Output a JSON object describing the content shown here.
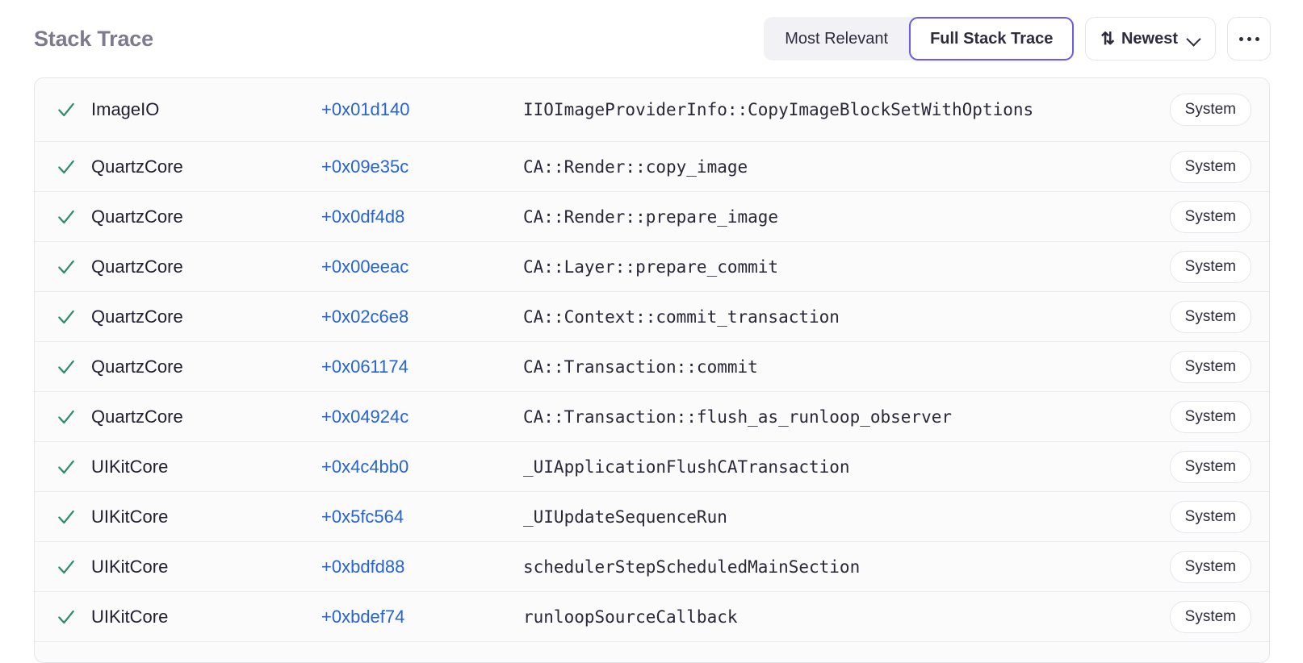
{
  "header": {
    "title": "Stack Trace",
    "segmented": {
      "options": [
        {
          "label": "Most Relevant",
          "active": false
        },
        {
          "label": "Full Stack Trace",
          "active": true
        }
      ]
    },
    "sort": {
      "icon": "sort-arrows-icon",
      "label": "Newest",
      "chevron": "chevron-down-icon"
    },
    "overflow": {
      "icon": "ellipsis-icon"
    }
  },
  "colors": {
    "accent_purple": "#6c5ce7",
    "offset_blue": "#2563d6",
    "check_green": "#2e8b6e",
    "title_gray": "#7d7a8d",
    "row_bg": "#fbfbfc",
    "border": "#e6e5ec"
  },
  "stack": {
    "columns": [
      "status",
      "package",
      "offset",
      "symbol",
      "origin"
    ],
    "frames": [
      {
        "status": "check",
        "package": "ImageIO",
        "offset": "+0x01d140",
        "symbol": "IIOImageProviderInfo::CopyImageBlockSetWithOptions",
        "origin": "System",
        "tall": true
      },
      {
        "status": "check",
        "package": "QuartzCore",
        "offset": "+0x09e35c",
        "symbol": "CA::Render::copy_image",
        "origin": "System",
        "tall": false
      },
      {
        "status": "check",
        "package": "QuartzCore",
        "offset": "+0x0df4d8",
        "symbol": "CA::Render::prepare_image",
        "origin": "System",
        "tall": false
      },
      {
        "status": "check",
        "package": "QuartzCore",
        "offset": "+0x00eeac",
        "symbol": "CA::Layer::prepare_commit",
        "origin": "System",
        "tall": false
      },
      {
        "status": "check",
        "package": "QuartzCore",
        "offset": "+0x02c6e8",
        "symbol": "CA::Context::commit_transaction",
        "origin": "System",
        "tall": false
      },
      {
        "status": "check",
        "package": "QuartzCore",
        "offset": "+0x061174",
        "symbol": "CA::Transaction::commit",
        "origin": "System",
        "tall": false
      },
      {
        "status": "check",
        "package": "QuartzCore",
        "offset": "+0x04924c",
        "symbol": "CA::Transaction::flush_as_runloop_observer",
        "origin": "System",
        "tall": false
      },
      {
        "status": "check",
        "package": "UIKitCore",
        "offset": "+0x4c4bb0",
        "symbol": "_UIApplicationFlushCATransaction",
        "origin": "System",
        "tall": false
      },
      {
        "status": "check",
        "package": "UIKitCore",
        "offset": "+0x5fc564",
        "symbol": "_UIUpdateSequenceRun",
        "origin": "System",
        "tall": false
      },
      {
        "status": "check",
        "package": "UIKitCore",
        "offset": "+0xbdfd88",
        "symbol": "schedulerStepScheduledMainSection",
        "origin": "System",
        "tall": false
      },
      {
        "status": "check",
        "package": "UIKitCore",
        "offset": "+0xbdef74",
        "symbol": "runloopSourceCallback",
        "origin": "System",
        "tall": false
      }
    ]
  }
}
